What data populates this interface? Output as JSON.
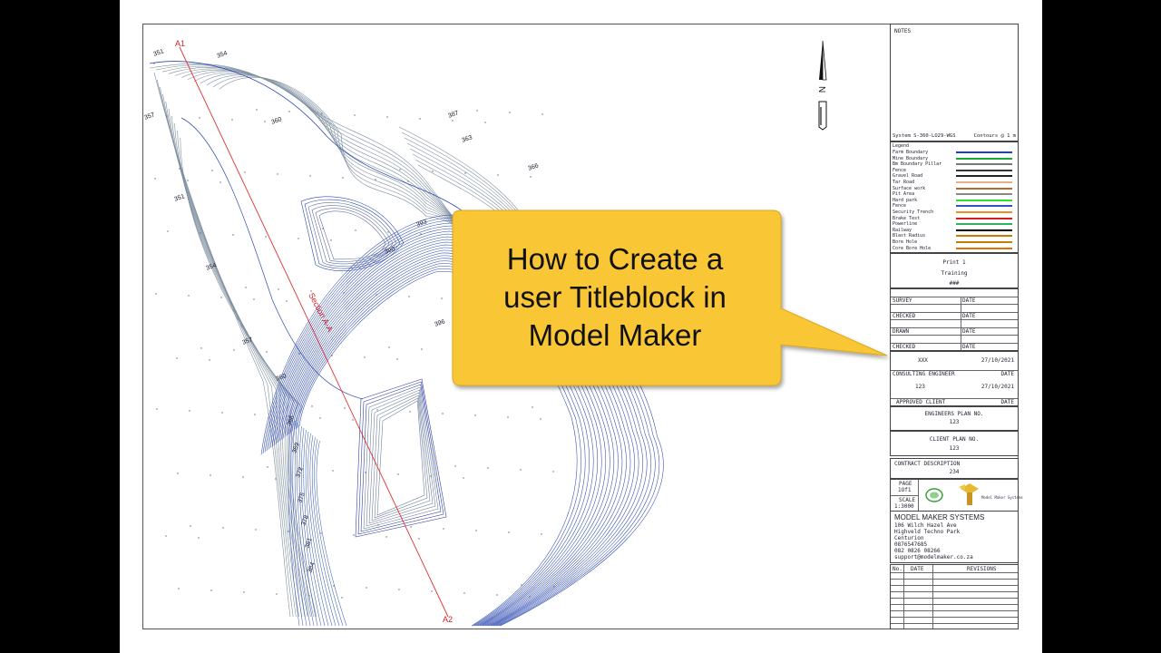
{
  "callout": {
    "line1": "How to Create a",
    "line2": "user Titleblock in",
    "line3": "Model Maker",
    "color": "#F9C634"
  },
  "map": {
    "section_start": "A1",
    "section_end": "A2",
    "section_label": "Section A-A",
    "north_letter": "N",
    "contour_labels": [
      "351",
      "354",
      "357",
      "360",
      "363",
      "366",
      "351",
      "354",
      "357",
      "360",
      "366",
      "369",
      "372",
      "375",
      "378",
      "381",
      "384",
      "387",
      "390",
      "393",
      "396"
    ]
  },
  "titleblock": {
    "notes_label": "NOTES",
    "system_label": "System S-360-LO29-WGS",
    "contours_label": "Contours @ 1 m",
    "legend_title": "Legend",
    "legend": [
      {
        "label": "Farm Boundary",
        "color": "#1F3FD0"
      },
      {
        "label": "Mine Boundary",
        "color": "#19A83A"
      },
      {
        "label": "Bm Boundary Pillar",
        "color": "#777777"
      },
      {
        "label": "Fence",
        "color": "#333333"
      },
      {
        "label": "Gravel Road",
        "color": "#222222"
      },
      {
        "label": "Tar Road",
        "color": "#E8B08A"
      },
      {
        "label": "Surface work",
        "color": "#B36A2E"
      },
      {
        "label": "Pit Area",
        "color": "#888888"
      },
      {
        "label": "Hard park",
        "color": "#2EE02E"
      },
      {
        "label": "Fence",
        "color": "#3050C0"
      },
      {
        "label": "Security Trench",
        "color": "#E89020"
      },
      {
        "label": "Brake Test",
        "color": "#D02020"
      },
      {
        "label": "Powerline",
        "color": "#30B060"
      },
      {
        "label": "Railway",
        "color": "#000000"
      },
      {
        "label": "Blast Radius",
        "color": "#C08000"
      },
      {
        "label": "Bore Hole",
        "color": "#C08000"
      },
      {
        "label": "Core Bore Hole",
        "color": "#E07000"
      }
    ],
    "print_title": "Print 1",
    "print_subtitle": "Training",
    "print_code": "###",
    "survey": "SURVEY",
    "checked1": "CHECKED",
    "drawn": "DRAWN",
    "checked2": "CHECKED",
    "date_label": "DATE",
    "xxx": "XXX",
    "date1": "27/10/2021",
    "consulting_engineer": "CONSULTING ENGINEER",
    "eng_value": "123",
    "date2": "27/10/2021",
    "approved_client": "APPROVED CLIENT",
    "engineers_plan_label": "ENGINEERS PLAN NO.",
    "engineers_plan_value": "123",
    "client_plan_label": "CLIENT PLAN NO.",
    "client_plan_value": "123",
    "contract_label": "CONTRACT DESCRIPTION",
    "contract_value": "234",
    "page_label": "PAGE",
    "page_value": "1Of1",
    "scale_label": "SCALE",
    "scale_value": "1:3000",
    "logo_text": "Model Maker Systems",
    "company": "MODEL MAKER SYSTEMS",
    "address": [
      "106 Wilch Hazel Ave",
      "Highveld Techno Park",
      "Centurion",
      "0876547685",
      "082 0826 08266",
      "support@modelmaker.co.za"
    ],
    "rev_no": "No.",
    "rev_date": "DATE",
    "rev_revisions": "REVISIONS"
  }
}
